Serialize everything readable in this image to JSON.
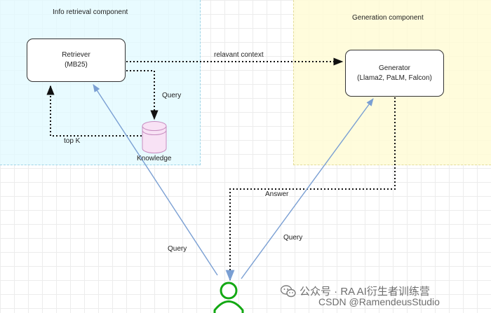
{
  "regions": {
    "info_title": "Info retrieval component",
    "gen_title": "Generation component"
  },
  "nodes": {
    "retriever": {
      "line1": "Retriever",
      "line2": "(MB25)"
    },
    "generator": {
      "line1": "Generator",
      "line2": "(Llama2, PaLM, Falcon)"
    },
    "knowledge": {
      "label": "Knowledge"
    }
  },
  "edges": {
    "context_label": "relavant context",
    "query_kb_label": "Query",
    "topk_label": "top K",
    "answer_label": "Answer",
    "query_left_label": "Query",
    "query_right_label": "Query"
  },
  "watermark": {
    "line1": "公众号 · RA AI衍生者训练营",
    "line2": "CSDN @RamendeusStudio"
  },
  "colors": {
    "info_region": "#e1faff",
    "gen_region": "#fffcd6",
    "database_fill": "#f8e2f5",
    "database_stroke": "#c78dc0",
    "user_stroke": "#13a813",
    "query_arrow": "#7a9fd3",
    "dotted_arrow": "#111111"
  }
}
